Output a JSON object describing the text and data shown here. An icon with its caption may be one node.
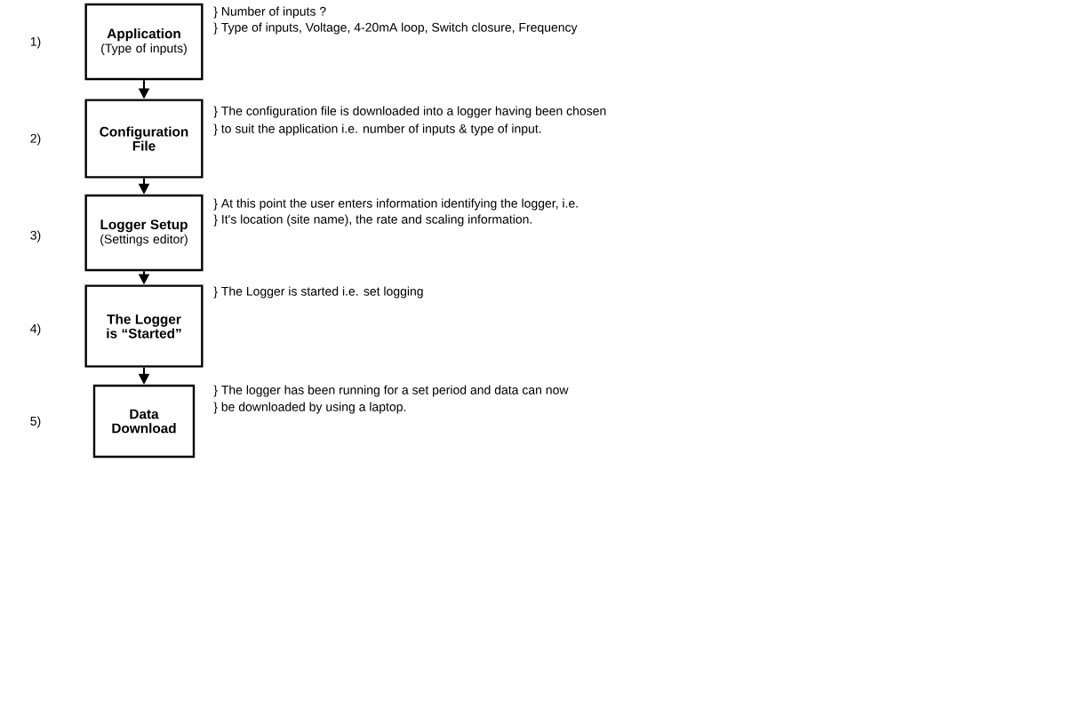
{
  "diagram": {
    "nodes": [
      {
        "text": [
          "Application",
          "(Type of inputs)"
        ],
        "beside": [
          "} Number of inputs ?",
          "} Type of inputs, Voltage, 4-20mA loop, Switch closure, Frequency"
        ]
      },
      {
        "text": [
          "Configuration File"
        ],
        "beside": [
          "} The configuration file is downloaded into a logger having been chosen",
          "} to suit the application i.e. number of inputs & type of input."
        ]
      },
      {
        "text": [
          "Logger Setup",
          "(Settings editor)"
        ],
        "beside": [
          "} At this point the user enters information identifying the logger, i.e.",
          "} It's location (site name), the rate and scaling information."
        ]
      },
      {
        "text": [
          "The Logger is “Started”"
        ],
        "beside": [
          "} The Logger is started i.e. set logging"
        ]
      },
      {
        "text": [
          "Data Download"
        ],
        "beside": [
          "} The logger has been running for a set period and data can now",
          "} be downloaded by using a laptop."
        ]
      }
    ],
    "edges": [
      {
        "from": 0,
        "to": 1,
        "arrow": "to"
      },
      {
        "from": 1,
        "to": 2,
        "arrow": "to"
      },
      {
        "from": 2,
        "to": 3,
        "arrow": "to"
      },
      {
        "from": 3,
        "to": 4,
        "arrow": "to"
      }
    ],
    "labels": [
      "1)",
      "2)",
      "3)",
      "4)",
      "5)"
    ]
  }
}
